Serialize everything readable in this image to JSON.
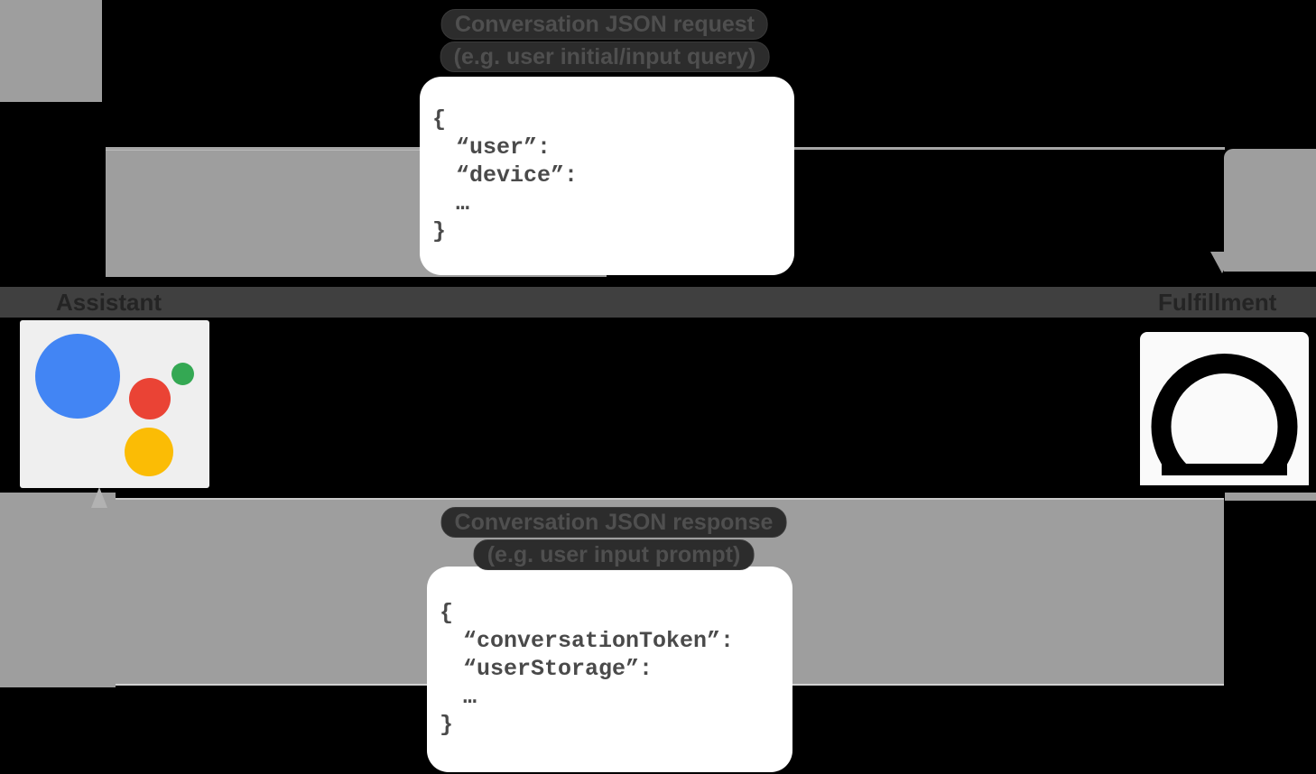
{
  "diagram": {
    "request": {
      "caption_line1": "Conversation JSON request",
      "caption_line2": "(e.g. user initial/input query)",
      "code": [
        "{",
        "“user”:",
        "“device”:",
        "…",
        "}"
      ]
    },
    "response": {
      "caption_line1": "Conversation JSON response",
      "caption_line2": "(e.g. user input prompt)",
      "code": [
        "{",
        "“conversationToken”:",
        "“userStorage”:",
        "…",
        "}"
      ]
    },
    "actors": {
      "assistant_label": "Assistant",
      "fulfillment_label": "Fulfillment"
    },
    "icons": {
      "assistant": "google-assistant-logo",
      "fulfillment": "cloud-icon"
    },
    "colors": {
      "arrow_gray": "#9E9E9E",
      "label_band_dark": "#404040",
      "box_white": "#FFFFFF",
      "code_text": "#4A4A4A",
      "assistant_blue": "#4285F4",
      "assistant_green": "#34A853",
      "assistant_red": "#EA4335",
      "assistant_yellow": "#FBBC05",
      "cloud_black": "#000000"
    }
  }
}
